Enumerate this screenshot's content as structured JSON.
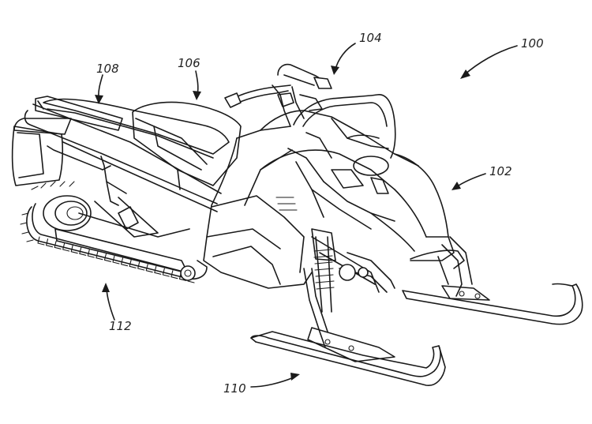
{
  "figure": {
    "labels": {
      "l100": "100",
      "l102": "102",
      "l104": "104",
      "l106": "106",
      "l108": "108",
      "l110": "110",
      "l112": "112"
    }
  }
}
